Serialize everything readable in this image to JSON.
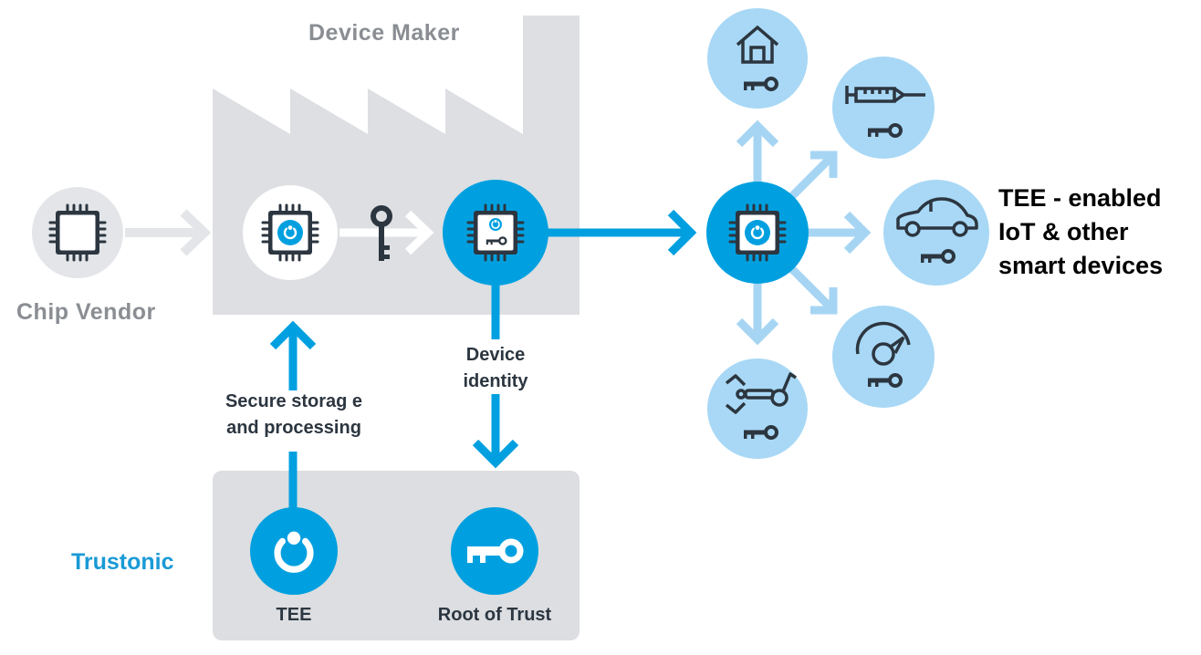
{
  "labels": {
    "device_maker": "Device Maker",
    "chip_vendor": "Chip Vendor",
    "trustonic": "Trustonic",
    "secure_line1": "Secure storag e",
    "secure_line2": "and processing",
    "identity_line1": "Device",
    "identity_line2": "identity",
    "tee": "TEE",
    "root_of_trust": "Root of Trust",
    "devices_line1": "TEE - enabled",
    "devices_line2": "IoT & other",
    "devices_line3": "smart devices"
  },
  "devices": [
    {
      "icon": "house-icon"
    },
    {
      "icon": "syringe-icon"
    },
    {
      "icon": "car-icon"
    },
    {
      "icon": "gauge-icon"
    },
    {
      "icon": "robot-arm-icon"
    }
  ],
  "colors": {
    "primary_blue": "#00a0e0",
    "light_blue": "#a8d8f5",
    "arrow_light_blue": "#a6d5f3",
    "factory_gray": "#dddfe2",
    "chip_vendor_gray": "#e3e5e8",
    "icon_dark": "#2c3640",
    "label_gray": "#8a8e93",
    "trustonic_blue": "#1a9ad6"
  }
}
